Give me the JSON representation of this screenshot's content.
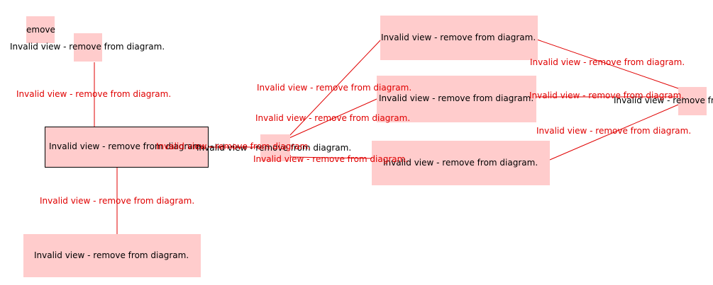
{
  "diagram": {
    "colors": {
      "node_fill": "#ffcccc",
      "edge_stroke": "#e00000",
      "edge_label_text": "#e00000",
      "node_label_text": "#000000",
      "selected_border": "#000000"
    },
    "placeholder_text": "Invalid view - remove from diagram.",
    "nodes": {
      "small_top_left": {
        "label": "emove"
      },
      "upper_left": {
        "label": "Invalid view - remove from diagram."
      },
      "left_main": {
        "label": "Invalid view - remove from diagram.",
        "selected": true
      },
      "bottom_left": {
        "label": "Invalid view - remove from diagram."
      },
      "hub": {
        "label": "Invalid view - remove from diagram."
      },
      "top_right": {
        "label": "Invalid view - remove from diagram."
      },
      "mid_right": {
        "label": "Invalid view - remove from diagram."
      },
      "low_right": {
        "label": "Invalid view - remove from diagram."
      },
      "far_right": {
        "label": "Invalid view - remove fr"
      }
    },
    "edge_labels": {
      "upper_left_to_left_main": "Invalid view - remove from diagram.",
      "left_main_to_bottom_left": "Invalid view - remove from diagram.",
      "left_main_to_hub": "Invalid view - remove from diagram.",
      "hub_to_top_right": "Invalid view - remove from diagram.",
      "hub_to_mid_right": "Invalid view - remove from diagram.",
      "hub_to_low_right": "Invalid view - remove from diagram.",
      "top_right_to_far_right": "Invalid view - remove from diagram.",
      "mid_right_to_far_right": "Invalid view - remove from diagram.",
      "low_right_to_far_right": "Invalid view - remove from diagram."
    }
  }
}
